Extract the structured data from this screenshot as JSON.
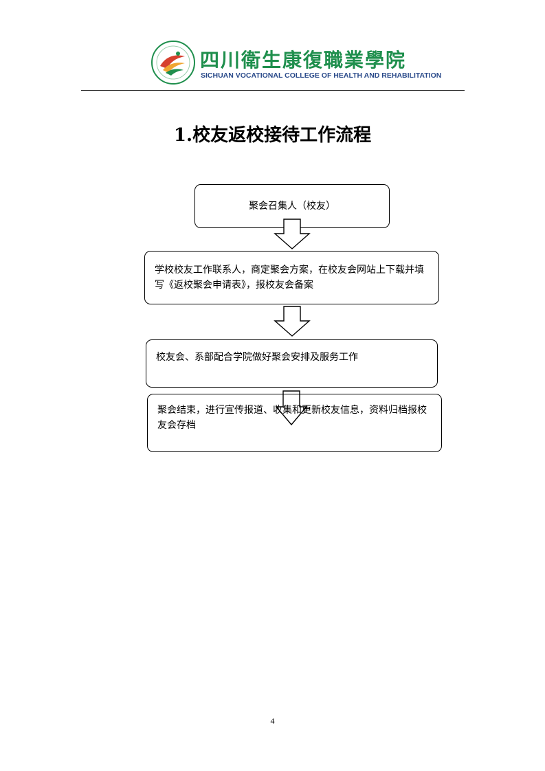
{
  "header": {
    "college_name_cn": "四川衛生康復職業學院",
    "college_name_en": "SICHUAN VOCATIONAL COLLEGE OF HEALTH AND REHABILITATION",
    "brand_colors": {
      "green": "#1f8f4d",
      "navy": "#2a4a8a",
      "red": "#d6402e",
      "orange": "#f0a531"
    },
    "logo_icon": "college-emblem-icon"
  },
  "title": "1.校友返校接待工作流程",
  "flow": {
    "steps": [
      {
        "text": "聚会召集人（校友）"
      },
      {
        "text": "学校校友工作联系人，商定聚会方案，在校友会网站上下载并填写《返校聚会申请表》，报校友会备案"
      },
      {
        "text": "校友会、系部配合学院做好聚会安排及服务工作"
      },
      {
        "text": "聚会结束，进行宣传报道、收集和更新校友信息，资料归档报校友会存档"
      }
    ],
    "arrow_icon": "down-arrow-icon"
  },
  "footer": {
    "page_number": "4"
  }
}
